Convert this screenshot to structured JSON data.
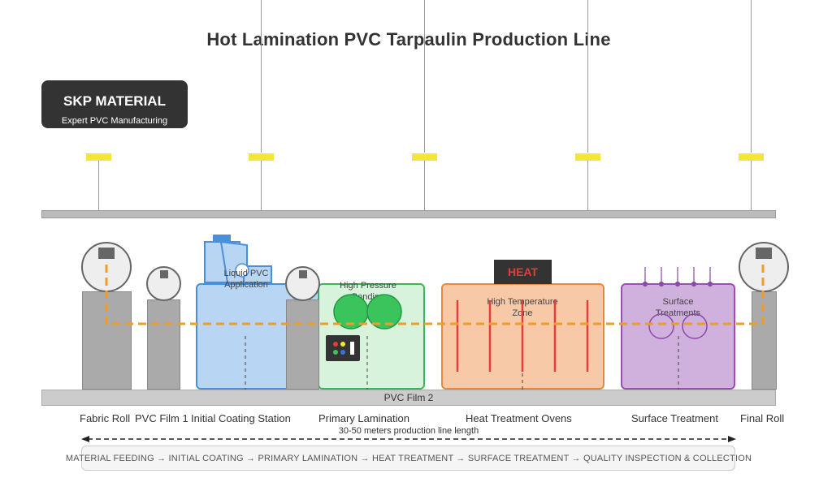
{
  "title": "Hot Lamination PVC Tarpaulin Production Line",
  "brand": {
    "name": "SKP MATERIAL",
    "tagline": "Expert PVC Manufacturing"
  },
  "floor_label": "PVC Film 2",
  "stations": [
    {
      "id": "fabric-roll",
      "name": "Fabric Roll"
    },
    {
      "id": "pvc-film-1",
      "name": "PVC Film 1"
    },
    {
      "id": "initial-coating",
      "name": "Initial Coating Station",
      "inner_label": [
        "Liquid PVC",
        "Application"
      ]
    },
    {
      "id": "primary-lamination",
      "name": "Primary Lamination",
      "inner_label": [
        "High Pressure",
        "Bonding"
      ]
    },
    {
      "id": "heat-treatment",
      "name": "Heat Treatment Ovens",
      "inner_label": [
        "High Temperature",
        "Zone"
      ],
      "badge": "HEAT"
    },
    {
      "id": "surface-treatment",
      "name": "Surface Treatment",
      "inner_label": [
        "Surface",
        "Treatments"
      ]
    },
    {
      "id": "final-roll",
      "name": "Final Roll"
    }
  ],
  "length_label": "30-50 meters production line length",
  "process_flow": "MATERIAL FEEDING → INITIAL COATING → PRIMARY LAMINATION → HEAT TREATMENT → SURFACE TREATMENT → QUALITY INSPECTION & COLLECTION",
  "colors": {
    "coating": "#4a90d9",
    "lamination": "#3cb55a",
    "heat": "#e8893b",
    "surface": "#9a4fb5",
    "flow_path": "#f39c1f",
    "light": "#f4e53b"
  },
  "icons": [
    "ceiling-light-icon",
    "roller-icon",
    "control-panel-icon"
  ]
}
